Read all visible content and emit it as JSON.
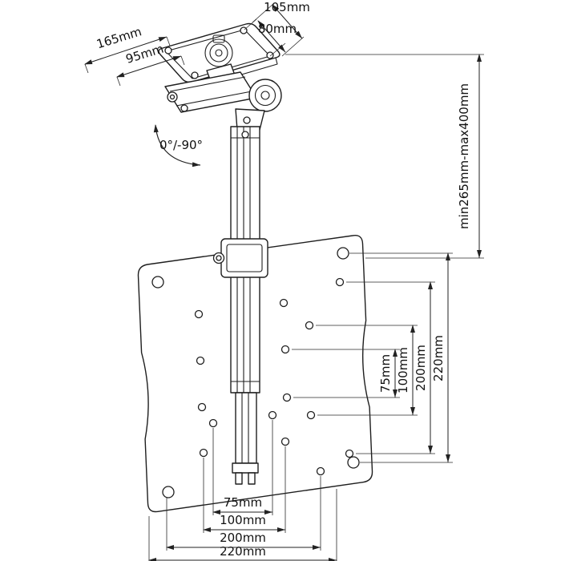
{
  "diagram": {
    "subject": "Fold-down ceiling TV mount - dimensional drawing",
    "background": "#ffffff",
    "line_color": "#1e1e1e",
    "labels": {
      "top_outer_width": "105mm",
      "top_inner_width": "80mm",
      "top_outer_depth": "165mm",
      "top_inner_depth": "95mm",
      "tilt_range": "0°/-90°",
      "drop_range": "min265mm-max400mm",
      "vesa_v75": "75mm",
      "vesa_v100": "100mm",
      "vesa_v200": "200mm",
      "vesa_v220": "220mm",
      "vesa_h75": "75mm",
      "vesa_h100": "100mm",
      "vesa_h200": "200mm",
      "vesa_h220": "220mm"
    }
  }
}
